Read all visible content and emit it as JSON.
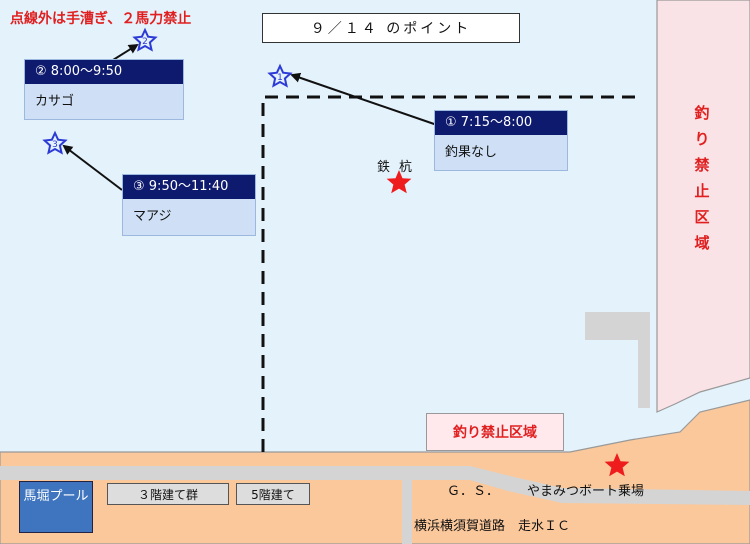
{
  "title": "９／１４ のポイント",
  "warning": "点線外は手漕ぎ、２馬力禁止",
  "points": [
    {
      "num": "1",
      "time": "① 7:15～8:00",
      "catch": "釣果なし"
    },
    {
      "num": "2",
      "time": "② 8:00～9:50",
      "catch": "カサゴ"
    },
    {
      "num": "3",
      "time": "③ 9:50～11:40",
      "catch": "マアジ"
    }
  ],
  "iron_pile": "鉄杭",
  "no_fishing_vertical": "釣り禁止区域",
  "no_fishing_box": "釣り禁止区域",
  "pool": "馬堀プール",
  "building_3f": "３階建て群",
  "building_5f": "5階建て",
  "gs": "Ｇ．Ｓ．",
  "boat": "やまみつボート乗場",
  "road": "横浜横須賀道路　走水ＩＣ",
  "colors": {
    "sea": "#e4f2fb",
    "land": "#fbc89b",
    "no_fishing_zone": "#fae3e6",
    "road": "#d4d4d4",
    "star_point": "#2d3bd6",
    "star_pile": "#ee1c1c",
    "callout_header": "#0e1a6e",
    "callout_body": "#cfe0f6"
  }
}
